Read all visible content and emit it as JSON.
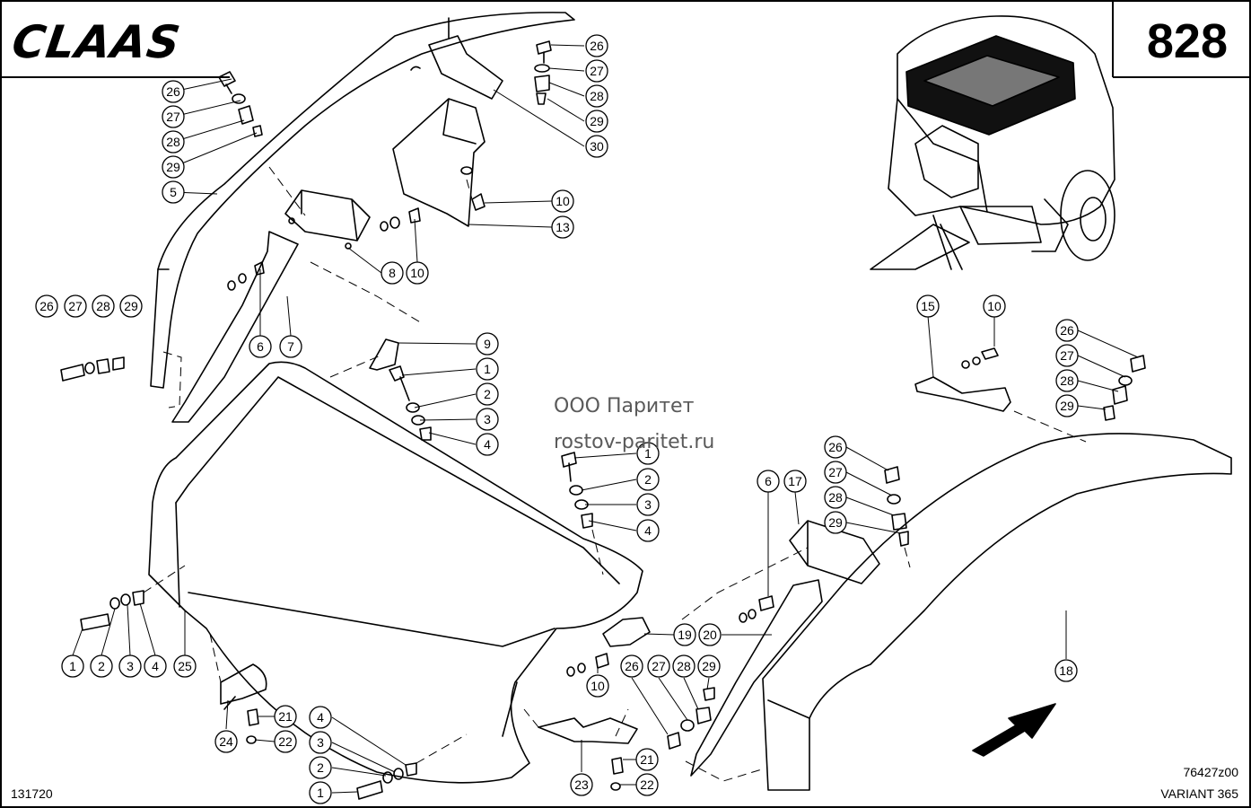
{
  "header": {
    "brand_logo": "CLAAS",
    "page_number": "828"
  },
  "watermark": {
    "line1": "ООО Паритет",
    "line2": "rostov-paritet.ru"
  },
  "footer": {
    "image_number": "131720",
    "drawing_code": "76427z00",
    "model": "VARIANT 365"
  },
  "callouts": [
    {
      "label": "26"
    },
    {
      "label": "27"
    },
    {
      "label": "28"
    },
    {
      "label": "29"
    },
    {
      "label": "30"
    },
    {
      "label": "26"
    },
    {
      "label": "27"
    },
    {
      "label": "28"
    },
    {
      "label": "29"
    },
    {
      "label": "5"
    },
    {
      "label": "10"
    },
    {
      "label": "13"
    },
    {
      "label": "8"
    },
    {
      "label": "10"
    },
    {
      "label": "26"
    },
    {
      "label": "27"
    },
    {
      "label": "28"
    },
    {
      "label": "29"
    },
    {
      "label": "6"
    },
    {
      "label": "7"
    },
    {
      "label": "9"
    },
    {
      "label": "1"
    },
    {
      "label": "2"
    },
    {
      "label": "3"
    },
    {
      "label": "4"
    },
    {
      "label": "1"
    },
    {
      "label": "2"
    },
    {
      "label": "3"
    },
    {
      "label": "4"
    },
    {
      "label": "15"
    },
    {
      "label": "10"
    },
    {
      "label": "26"
    },
    {
      "label": "27"
    },
    {
      "label": "28"
    },
    {
      "label": "29"
    },
    {
      "label": "26"
    },
    {
      "label": "27"
    },
    {
      "label": "28"
    },
    {
      "label": "29"
    },
    {
      "label": "6"
    },
    {
      "label": "17"
    },
    {
      "label": "19"
    },
    {
      "label": "20"
    },
    {
      "label": "10"
    },
    {
      "label": "26"
    },
    {
      "label": "27"
    },
    {
      "label": "28"
    },
    {
      "label": "29"
    },
    {
      "label": "18"
    },
    {
      "label": "1"
    },
    {
      "label": "2"
    },
    {
      "label": "3"
    },
    {
      "label": "4"
    },
    {
      "label": "25"
    },
    {
      "label": "24"
    },
    {
      "label": "21"
    },
    {
      "label": "22"
    },
    {
      "label": "4"
    },
    {
      "label": "3"
    },
    {
      "label": "2"
    },
    {
      "label": "1"
    },
    {
      "label": "23"
    },
    {
      "label": "21"
    },
    {
      "label": "22"
    }
  ]
}
